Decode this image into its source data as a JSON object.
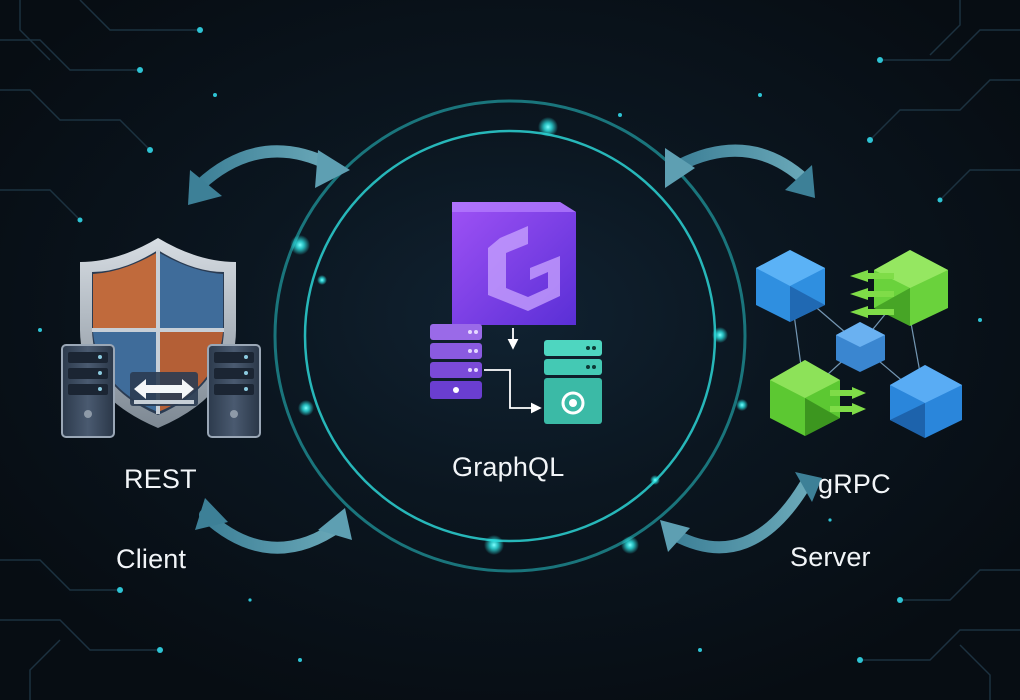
{
  "diagram": {
    "center": {
      "label": "GraphQL"
    },
    "left": {
      "label": "REST",
      "role": "Client"
    },
    "right": {
      "label": "gRPC",
      "role": "Server"
    }
  },
  "colors": {
    "background": "#0a1118",
    "ring": "#2ec4c4",
    "arrow": "#4f93a8",
    "graphql_purple": "#8a3ff0",
    "server_teal": "#4ed6c0",
    "grpc_blue": "#2f8fe0",
    "grpc_green": "#6ad23c",
    "shield_orange": "#c06a3c",
    "shield_blue": "#3f6c9a"
  },
  "icons": [
    "shield-icon",
    "server-rack-icon",
    "bidirectional-arrow-icon",
    "graphql-logo-icon",
    "database-icon",
    "network-nodes-icon"
  ]
}
